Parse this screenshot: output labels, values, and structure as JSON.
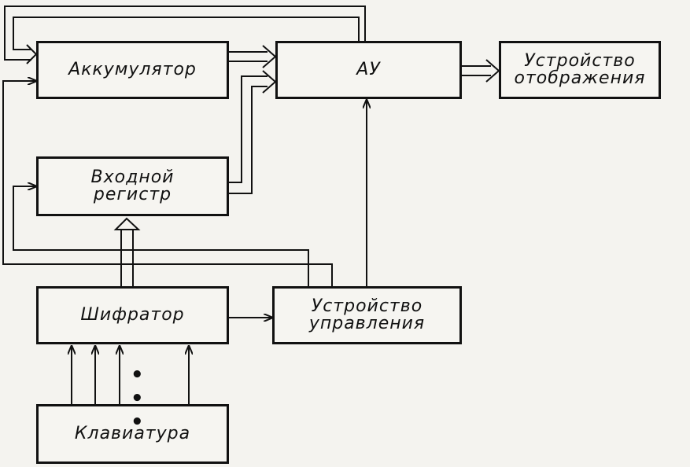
{
  "blocks": {
    "accumulator": "Аккумулятор",
    "alu": "АУ",
    "display_device": "Устройство\nотображения",
    "input_register": "Входной\nрегистр",
    "encoder": "Шифратор",
    "control_unit": "Устройство\nуправления",
    "keyboard": "Клавиатура"
  },
  "ellipsis": "• • •"
}
